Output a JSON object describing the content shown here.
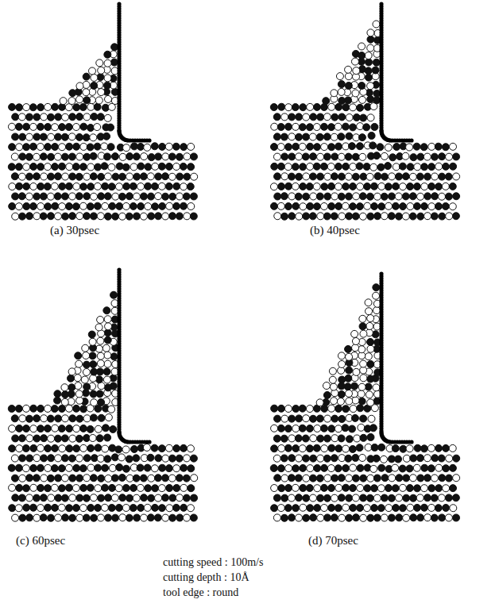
{
  "diagram": {
    "labels": [
      "(a) 30psec",
      "(b) 40psec",
      "(c) 60psec",
      "(d) 70psec",
      "cutting speed : 100m/s",
      "cutting depth : 10Å",
      "tool edge : round"
    ]
  }
}
